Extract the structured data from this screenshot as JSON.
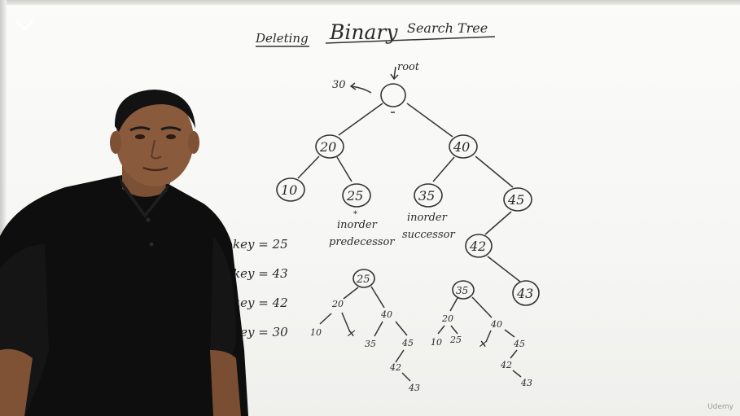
{
  "player": {
    "collapse_icon": "chevron-down-icon",
    "watermark": "Udemy"
  },
  "board": {
    "title_part1": "Deleting",
    "title_part2": "Binary",
    "title_part3": "Search Tree",
    "root_label": "root",
    "root_annotation": "30",
    "main_tree": {
      "n20": "20",
      "n40": "40",
      "n10": "10",
      "n25": "25",
      "n35": "35",
      "n45": "45",
      "n42": "42",
      "n43": "43"
    },
    "labels": {
      "inorder_predecessor_1": "inorder",
      "inorder_predecessor_2": "predecessor",
      "inorder_successor_1": "inorder",
      "inorder_successor_2": "successor"
    },
    "keys": [
      "key = 25",
      "key = 43",
      "key = 42",
      "key = 30"
    ],
    "tree_left": {
      "root": "25",
      "a": "20",
      "b": "40",
      "c": "10",
      "d": "35",
      "e": "45",
      "f": "42",
      "g": "43"
    },
    "tree_right": {
      "root": "35",
      "a": "20",
      "b": "40",
      "c": "10",
      "d": "25",
      "e": "45",
      "f": "42",
      "g": "43"
    }
  },
  "colors": {
    "ink": "#2a2a2a",
    "board": "#f7f7f5",
    "shirt": "#0e0e0e",
    "skin": "#8a5a3c"
  }
}
